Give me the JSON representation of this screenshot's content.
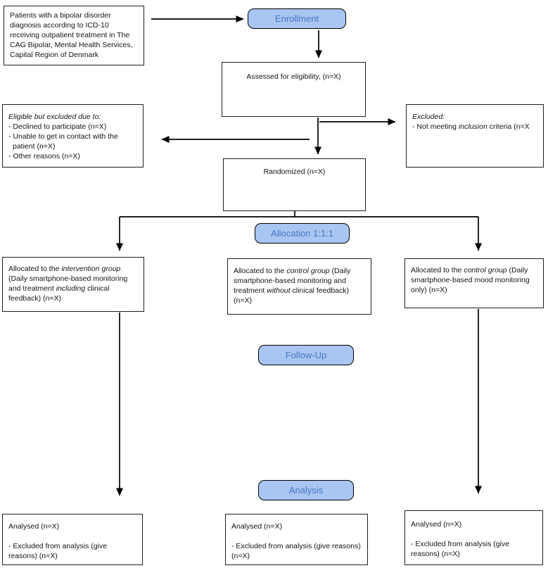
{
  "colors": {
    "badge-fill": "#a9c6f2",
    "badge-text": "#4577c4",
    "box-border": "#1f1f1f",
    "line": "#000000",
    "text": "#141414",
    "background": "#ffffff"
  },
  "badges": {
    "enrollment": "Enrollment",
    "allocation": "Allocation 1:1:1",
    "follow_up": "Follow-Up",
    "analysis": "Analysis"
  },
  "boxes": {
    "population": "Patients with a bipolar disorder diagnosis according to ICD-10 receiving outpatient treatment in The CAG Bipolar, Mental Health Services, Capital Region of Denmark",
    "assessed": "Assessed for eligibility, (n=X)",
    "randomized": "Randomized (n=X)",
    "eligible_excluded": {
      "paragraphs": [
        [
          {
            "t": "Eligible but excluded due to:",
            "i": true
          }
        ],
        [
          {
            "t": "- Declined to participate (n=X)"
          }
        ],
        [
          {
            "t": "- Unable to get in contact with the patient (n=X)"
          }
        ],
        [
          {
            "t": "- Other reasons (n=X)"
          }
        ]
      ]
    },
    "excluded": {
      "paragraphs": [
        [
          {
            "t": "Excluded:",
            "i": true
          }
        ],
        [
          {
            "t": "- Not meeting "
          },
          {
            "t": "inclusion",
            "i": true
          },
          {
            "t": " criteria (n=X"
          }
        ]
      ]
    },
    "alloc_intervention": {
      "paragraphs": [
        [
          {
            "t": "Allocated to the "
          },
          {
            "t": "intervention group",
            "i": true
          },
          {
            "t": " (Daily smartphone-based monitoring and treatment "
          },
          {
            "t": "including",
            "i": true
          },
          {
            "t": " clinical feedback) (n=X)"
          }
        ]
      ]
    },
    "alloc_control_without": {
      "paragraphs": [
        [
          {
            "t": "Allocated to the "
          },
          {
            "t": "control group",
            "i": true
          },
          {
            "t": " (Daily smartphone-based monitoring and treatment "
          },
          {
            "t": "without",
            "i": true
          },
          {
            "t": " clinical feedback) (n=X)"
          }
        ]
      ]
    },
    "alloc_control_mood": {
      "paragraphs": [
        [
          {
            "t": "Allocated to the "
          },
          {
            "t": "control group",
            "i": true
          },
          {
            "t": " (Daily smartphone-based mood monitoring only) (n=X)"
          }
        ]
      ]
    },
    "analysed_intervention": {
      "paragraphs": [
        [
          {
            "t": "Analysed (n=X)"
          }
        ],
        [],
        [
          {
            "t": "- Excluded from analysis (give reasons) (n=X)"
          }
        ]
      ]
    },
    "analysed_control_without": {
      "paragraphs": [
        [
          {
            "t": "Analysed (n=X)"
          }
        ],
        [],
        [
          {
            "t": "- Excluded from analysis (give reasons) (n=X)"
          }
        ]
      ]
    },
    "analysed_control_mood": {
      "paragraphs": [
        [
          {
            "t": "Analysed (n=X)"
          }
        ],
        [],
        [
          {
            "t": "- Excluded from analysis (give reasons) (n=X)"
          }
        ]
      ]
    }
  }
}
